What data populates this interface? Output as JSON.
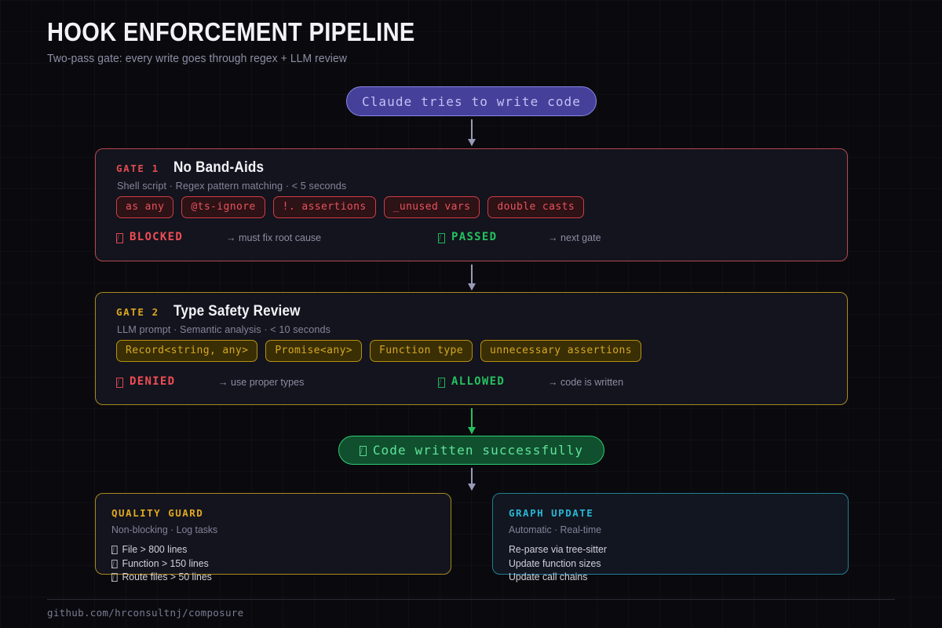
{
  "header": {
    "title": "HOOK ENFORCEMENT PIPELINE",
    "subtitle": "Two-pass gate: every write goes through regex + LLM review"
  },
  "start_node": {
    "label": "Claude tries to write code"
  },
  "gates": [
    {
      "tag": "GATE 1",
      "name": "No Band-Aids",
      "meta": "Shell script · Regex pattern matching · < 5 seconds",
      "chips": [
        "as any",
        "@ts-ignore",
        "!. assertions",
        "_unused vars",
        "double casts"
      ],
      "fail": {
        "icon": "missing-glyph-box",
        "label": "BLOCKED",
        "arrow": "→",
        "note": "must fix root cause"
      },
      "pass": {
        "icon": "missing-glyph-box",
        "label": "PASSED",
        "arrow": "→",
        "note": "next gate"
      }
    },
    {
      "tag": "GATE 2",
      "name": "Type Safety Review",
      "meta": "LLM prompt · Semantic analysis · < 10 seconds",
      "chips": [
        "Record<string, any>",
        "Promise<any>",
        "Function type",
        "unnecessary assertions"
      ],
      "fail": {
        "icon": "missing-glyph-box",
        "label": "DENIED",
        "arrow": "→",
        "note": "use proper types"
      },
      "pass": {
        "icon": "missing-glyph-box",
        "label": "ALLOWED",
        "arrow": "→",
        "note": "code is written"
      }
    }
  ],
  "success_node": {
    "icon": "missing-glyph-box",
    "label": "Code written successfully"
  },
  "cards": [
    {
      "title": "QUALITY GUARD",
      "meta": "Non-blocking · Log tasks",
      "items": [
        "File > 800 lines",
        "Function > 150 lines",
        "Route files > 50 lines"
      ],
      "bulleted": true
    },
    {
      "title": "GRAPH UPDATE",
      "meta": "Automatic · Real-time",
      "items": [
        "Re-parse via tree-sitter",
        "Update function sizes",
        "Update call chains"
      ],
      "bulleted": false
    }
  ],
  "footer": {
    "url": "github.com/hrconsultnj/composure"
  },
  "colors": {
    "background": "#0a0a0e",
    "panel": "#13141d",
    "gate1_border": "#b3484e",
    "gate2_border": "#a8891f",
    "start_fill": "#454099",
    "success_fill": "#10502e",
    "fail_text": "#ef4d55",
    "pass_text": "#25c161",
    "cyan": "#29b6d4",
    "amber": "#e0a81e"
  }
}
